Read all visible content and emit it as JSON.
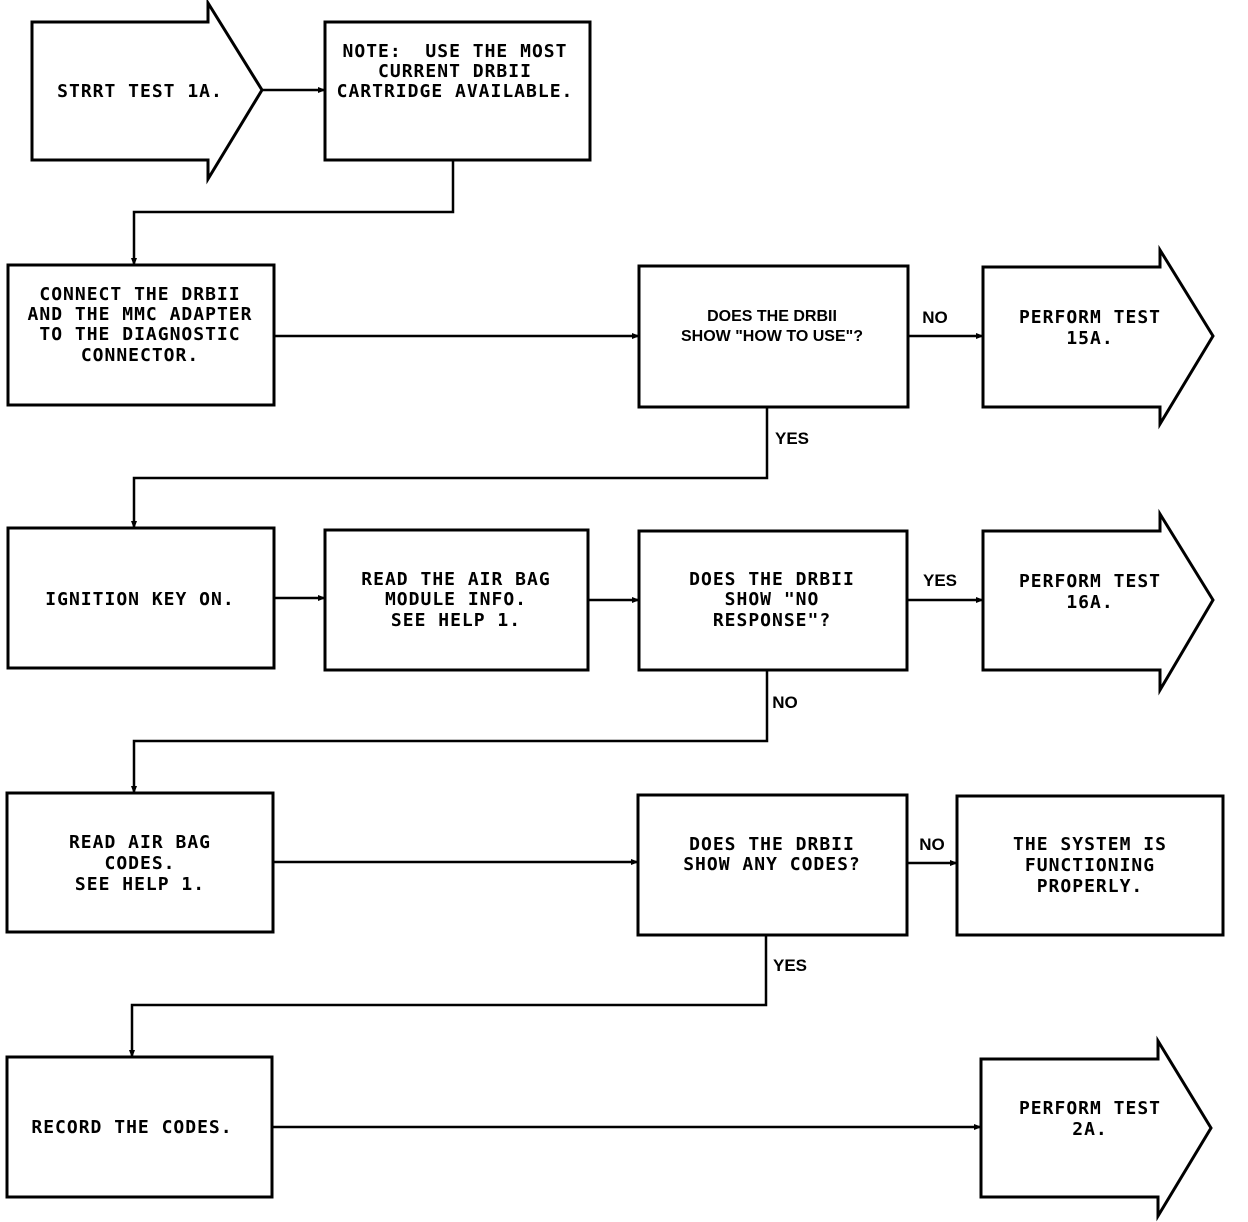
{
  "colors": {
    "ink": "#000000",
    "paper": "#ffffff"
  },
  "nodes": {
    "start": {
      "lines": [
        "STRRT TEST 1A."
      ]
    },
    "note": {
      "lines": [
        "NOTE:  USE THE MOST",
        "CURRENT DRBII",
        "CARTRIDGE AVAILABLE."
      ]
    },
    "connect": {
      "lines": [
        "CONNECT THE DRBII",
        "AND THE MMC ADAPTER",
        "TO THE DIAGNOSTIC",
        "CONNECTOR."
      ]
    },
    "q_how_to_use": {
      "lines": [
        "DOES THE DRBII",
        "SHOW \"HOW TO USE\"?"
      ]
    },
    "perform_15a": {
      "lines": [
        "PERFORM TEST",
        "15A."
      ]
    },
    "ignition": {
      "lines": [
        "IGNITION KEY ON."
      ]
    },
    "read_module": {
      "lines": [
        "READ THE AIR BAG",
        "MODULE INFO.",
        "SEE HELP 1."
      ]
    },
    "q_no_response": {
      "lines": [
        "DOES THE DRBII",
        "SHOW \"NO",
        "RESPONSE\"?"
      ]
    },
    "perform_16a": {
      "lines": [
        "PERFORM TEST",
        "16A."
      ]
    },
    "read_codes": {
      "lines": [
        "READ AIR BAG",
        "CODES.",
        "SEE HELP 1."
      ]
    },
    "q_any_codes": {
      "lines": [
        "DOES THE DRBII",
        "SHOW ANY CODES?"
      ]
    },
    "system_ok": {
      "lines": [
        "THE SYSTEM IS",
        "FUNCTIONING",
        "PROPERLY."
      ]
    },
    "record": {
      "lines": [
        "RECORD THE CODES."
      ]
    },
    "perform_2a": {
      "lines": [
        "PERFORM TEST",
        "2A."
      ]
    }
  },
  "edge_labels": {
    "how_to_use_no": "NO",
    "how_to_use_yes": "YES",
    "no_response_yes": "YES",
    "no_response_no": "NO",
    "any_codes_no": "NO",
    "any_codes_yes": "YES"
  }
}
